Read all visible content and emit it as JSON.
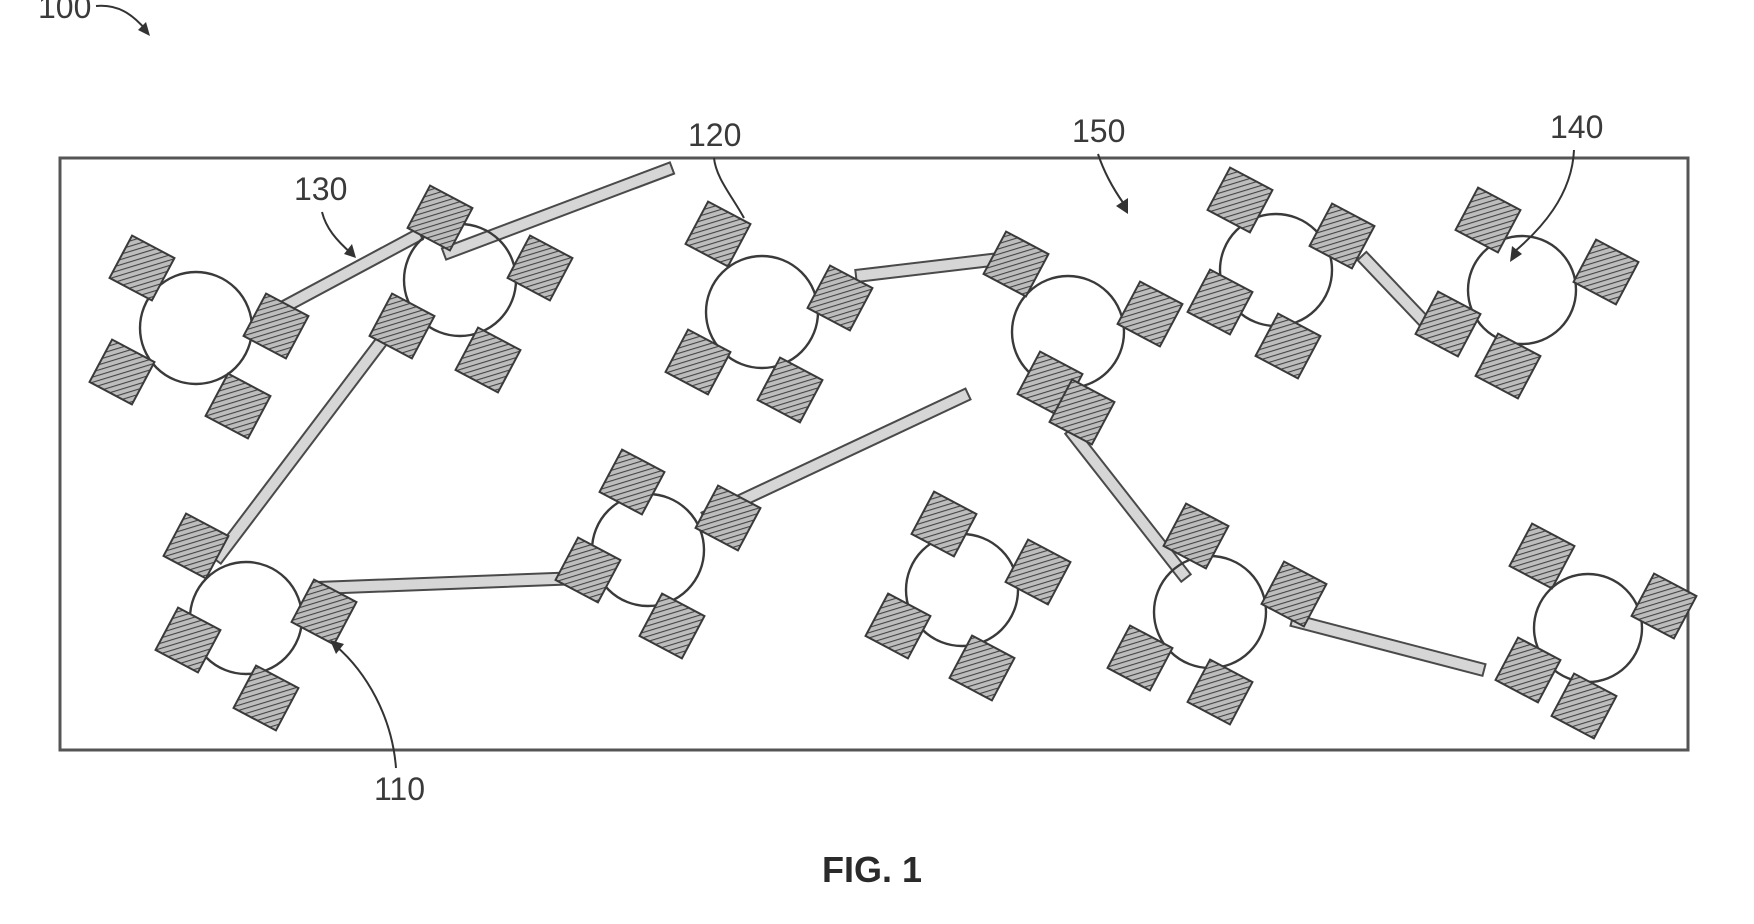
{
  "figure": {
    "caption": "FIG. 1",
    "labels": {
      "l100": "100",
      "l110": "110",
      "l120": "120",
      "l130": "130",
      "l140": "140",
      "l150": "150"
    }
  },
  "colors": {
    "ink": "#3a3a3a",
    "pad_hatch": "#555555",
    "link_fill": "#d6d6d6",
    "background": "#ffffff"
  }
}
